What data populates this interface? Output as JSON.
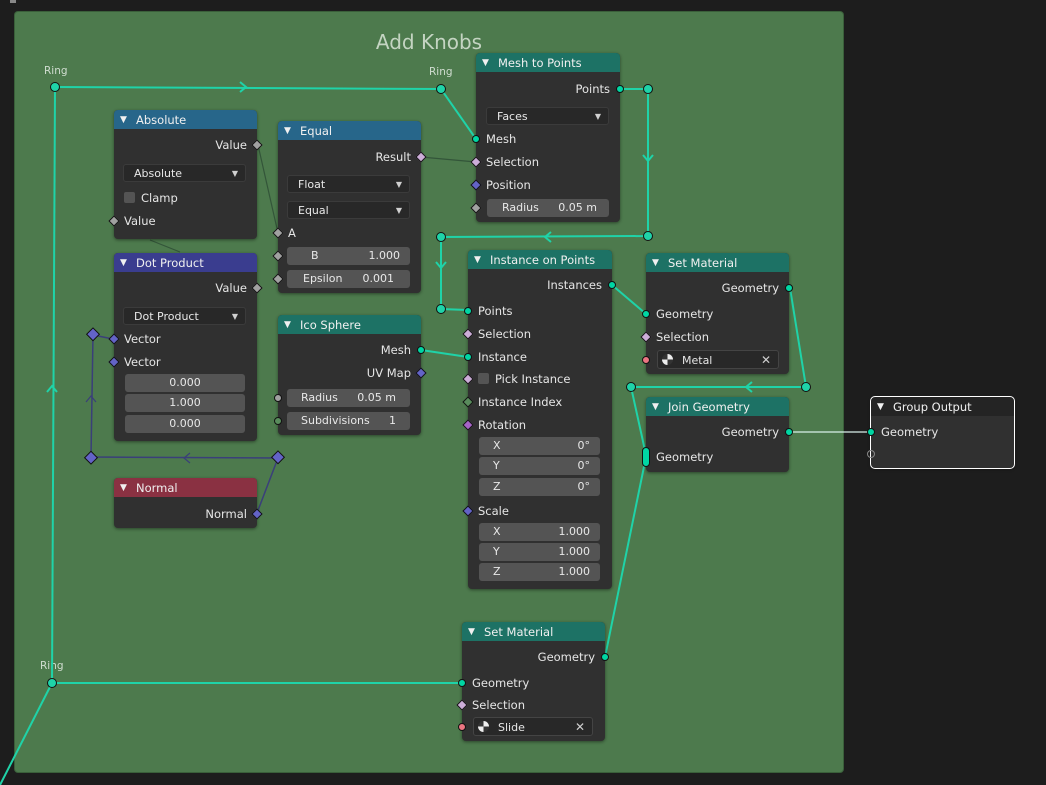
{
  "frame": {
    "title": "Add Knobs"
  },
  "reroute_labels": [
    "Ring",
    "Ring",
    "Ring"
  ],
  "nodes": {
    "absolute": {
      "title": "Absolute",
      "output": "Value",
      "mode": "Absolute",
      "clamp": "Clamp",
      "input": "Value"
    },
    "equal": {
      "title": "Equal",
      "output": "Result",
      "type": "Float",
      "mode": "Equal",
      "a": "A",
      "b_label": "B",
      "b_value": "1.000",
      "eps_label": "Epsilon",
      "eps_value": "0.001"
    },
    "dot_product": {
      "title": "Dot Product",
      "output": "Value",
      "mode": "Dot Product",
      "vector1": "Vector",
      "vector2": "Vector",
      "values": [
        "0.000",
        "1.000",
        "0.000"
      ]
    },
    "normal": {
      "title": "Normal",
      "output": "Normal"
    },
    "ico_sphere": {
      "title": "Ico Sphere",
      "out_mesh": "Mesh",
      "out_uv": "UV Map",
      "radius_label": "Radius",
      "radius_value": "0.05 m",
      "subdiv_label": "Subdivisions",
      "subdiv_value": "1"
    },
    "mesh_to_points": {
      "title": "Mesh to Points",
      "output": "Points",
      "mode": "Faces",
      "mesh": "Mesh",
      "selection": "Selection",
      "position": "Position",
      "radius_label": "Radius",
      "radius_value": "0.05 m"
    },
    "instance_on_points": {
      "title": "Instance on Points",
      "output": "Instances",
      "points": "Points",
      "selection": "Selection",
      "instance": "Instance",
      "pick_instance": "Pick Instance",
      "instance_index": "Instance Index",
      "rotation": "Rotation",
      "rot": [
        {
          "axis": "X",
          "value": "0°"
        },
        {
          "axis": "Y",
          "value": "0°"
        },
        {
          "axis": "Z",
          "value": "0°"
        }
      ],
      "scale": "Scale",
      "scl": [
        {
          "axis": "X",
          "value": "1.000"
        },
        {
          "axis": "Y",
          "value": "1.000"
        },
        {
          "axis": "Z",
          "value": "1.000"
        }
      ]
    },
    "set_material_1": {
      "title": "Set Material",
      "output": "Geometry",
      "geometry": "Geometry",
      "selection": "Selection",
      "material": "Metal"
    },
    "join_geometry": {
      "title": "Join Geometry",
      "output": "Geometry",
      "input": "Geometry"
    },
    "group_output": {
      "title": "Group Output",
      "input": "Geometry"
    },
    "set_material_2": {
      "title": "Set Material",
      "output": "Geometry",
      "geometry": "Geometry",
      "selection": "Selection",
      "material": "Slide"
    }
  },
  "colors": {
    "geometry_socket": "#00d6a3",
    "vector_socket": "#6363c7",
    "boolean_socket": "#ccadd8",
    "float_socket": "#a1a1a1",
    "material_socket": "#eb7582",
    "frame": "#4d7a4d"
  }
}
